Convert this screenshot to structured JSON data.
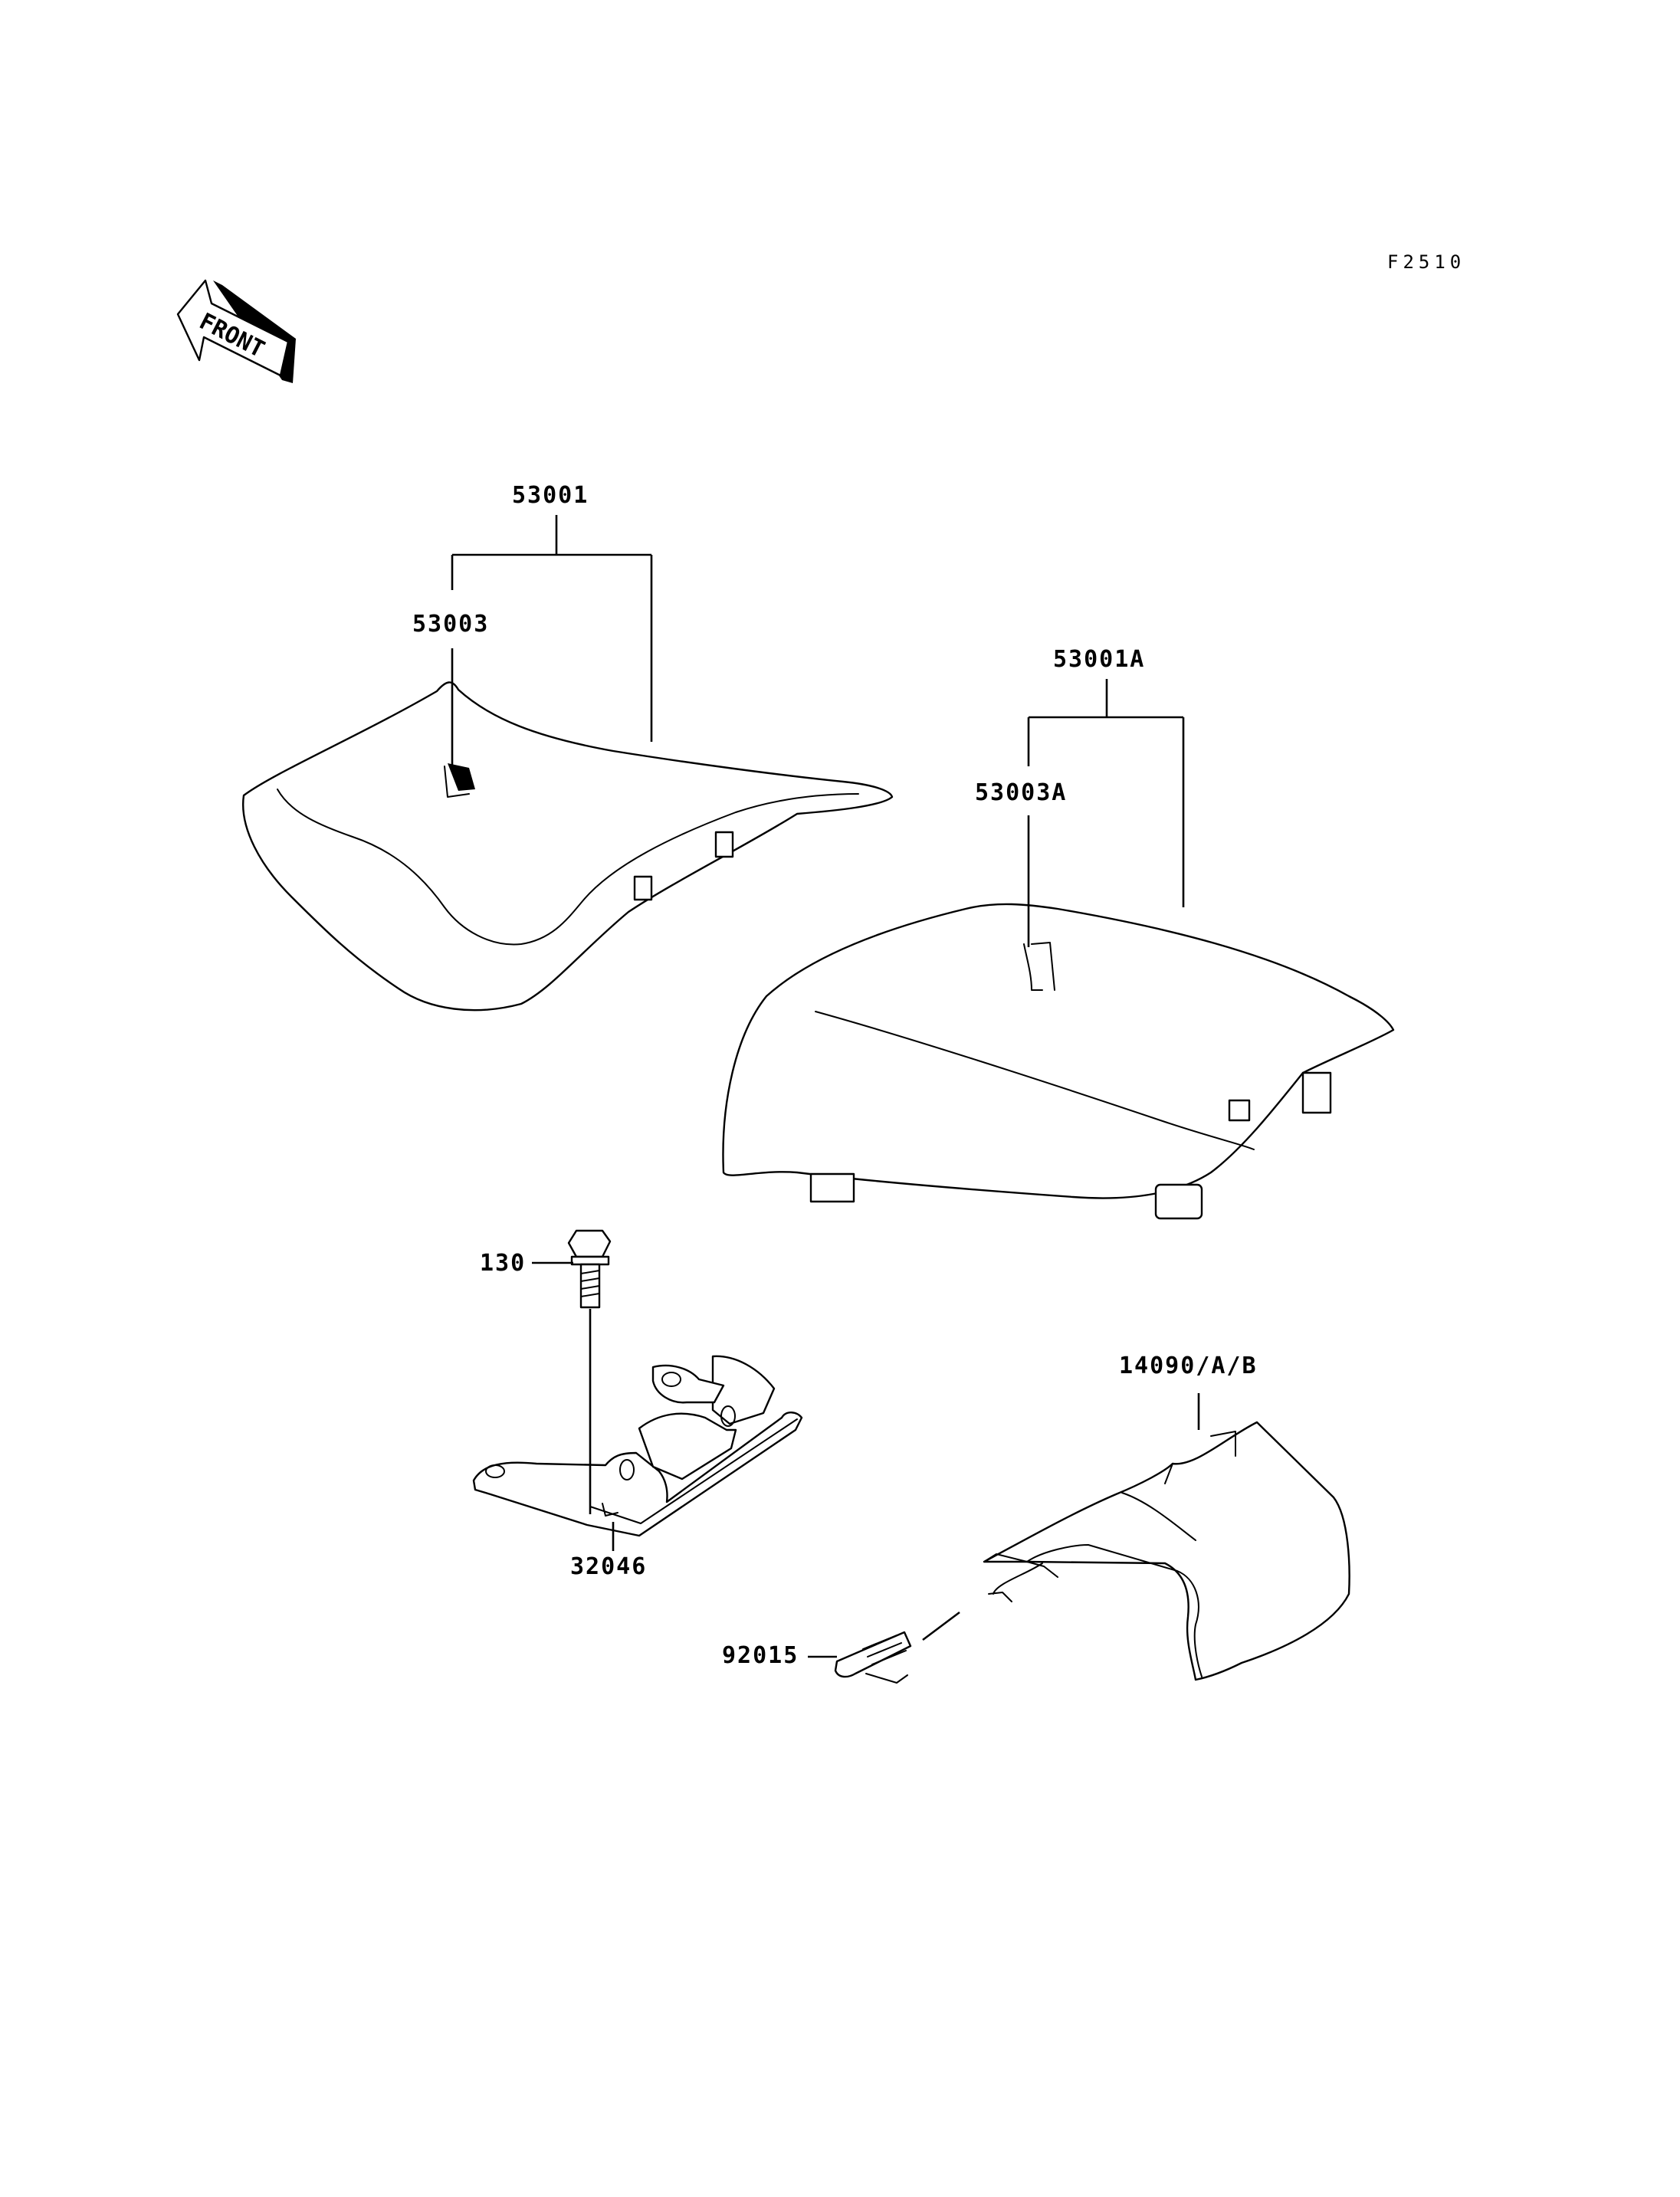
{
  "diagram_code": "F2510",
  "front_arrow_label": "FRONT",
  "parts": [
    {
      "id": "front-seat",
      "label": "53001"
    },
    {
      "id": "front-seat-cover",
      "label": "53003"
    },
    {
      "id": "rear-seat",
      "label": "53001A"
    },
    {
      "id": "rear-seat-cover",
      "label": "53003A"
    },
    {
      "id": "bolt",
      "label": "130"
    },
    {
      "id": "seat-bracket",
      "label": "32046"
    },
    {
      "id": "rear-cowl",
      "label": "14090/A/B"
    },
    {
      "id": "grommet",
      "label": "92015"
    }
  ]
}
